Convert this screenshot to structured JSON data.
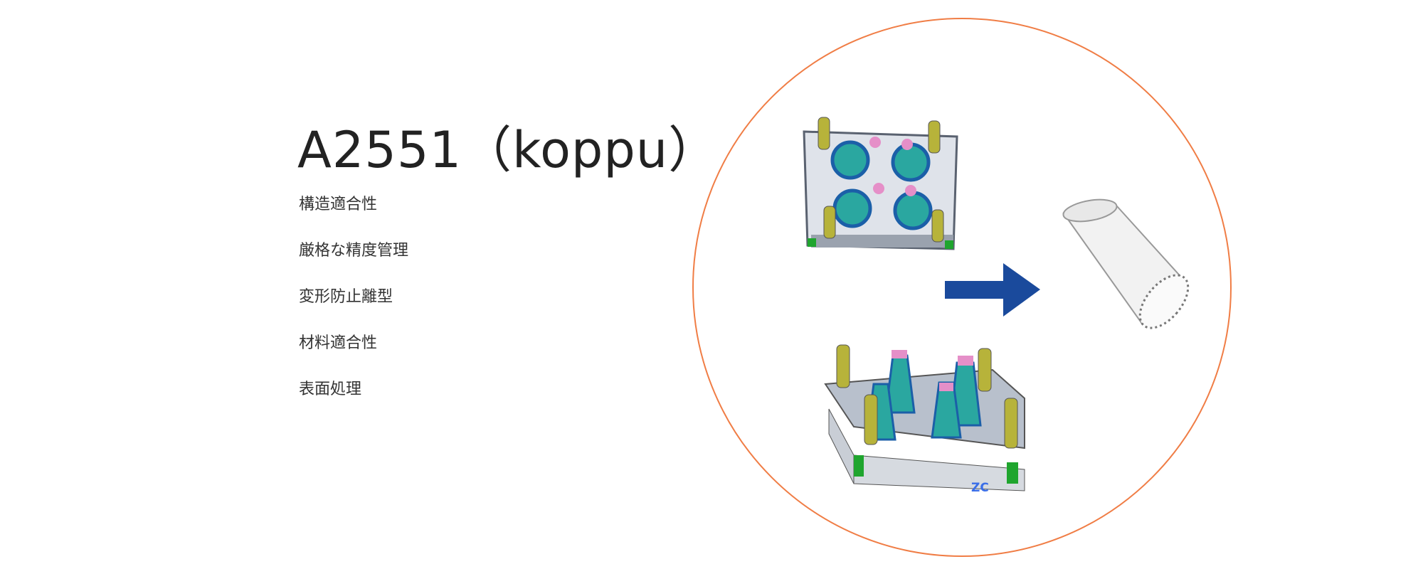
{
  "title": "A2551（koppu）",
  "features": [
    "構造適合性",
    "厳格な精度管理",
    "変形防止離型",
    "材料適合性",
    "表面処理"
  ],
  "illustration": {
    "axis_label": "ZC",
    "colors": {
      "circle": "#f07d45",
      "arrow": "#1a4a9c",
      "mold_teal": "#2aa7a0",
      "mold_frame": "#b0b8c4",
      "cylinder": "#f2f2f2"
    }
  }
}
